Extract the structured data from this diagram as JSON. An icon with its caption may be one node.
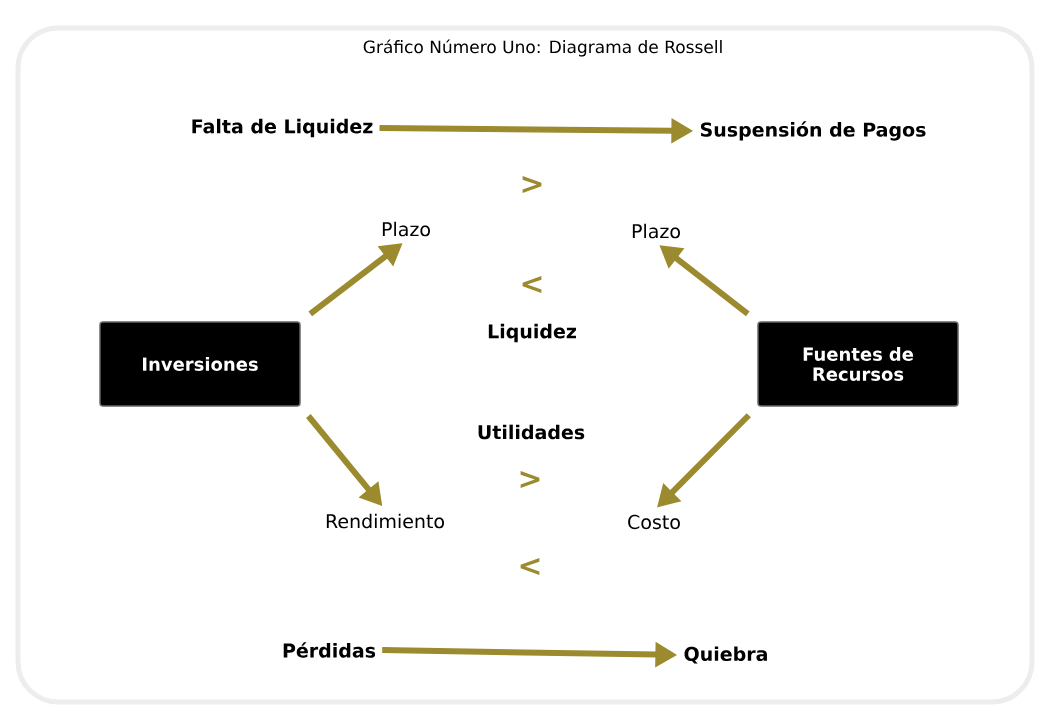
{
  "diagram": {
    "title": "Gráfico Número Uno: Diagrama de Rossell",
    "nodes": [
      {
        "text": [
          "Falta de Liquidez"
        ]
      },
      {
        "text": [
          "Suspensión de Pagos"
        ]
      },
      {
        "text": [
          "Plazo"
        ]
      },
      {
        "text": [
          "Plazo"
        ]
      },
      {
        "text": [
          "Inversiones"
        ]
      },
      {
        "text": [
          "Fuentes de Recursos"
        ]
      },
      {
        "text": [
          "Rendimiento"
        ]
      },
      {
        "text": [
          "Costo"
        ]
      },
      {
        "text": [
          "Pérdidas"
        ]
      },
      {
        "text": [
          "Quiebra"
        ]
      }
    ],
    "edges": [
      {
        "from": 0,
        "to": 1,
        "arrow": "to"
      },
      {
        "from": 4,
        "to": 2,
        "arrow": "to"
      },
      {
        "from": 5,
        "to": 3,
        "arrow": "to"
      },
      {
        "from": 4,
        "to": 6,
        "arrow": "to"
      },
      {
        "from": 5,
        "to": 7,
        "arrow": "to"
      },
      {
        "from": 8,
        "to": 9,
        "arrow": "to"
      }
    ],
    "labels": [
      ">",
      "<",
      "Liquidez",
      "Utilidades",
      ">",
      "<"
    ]
  }
}
